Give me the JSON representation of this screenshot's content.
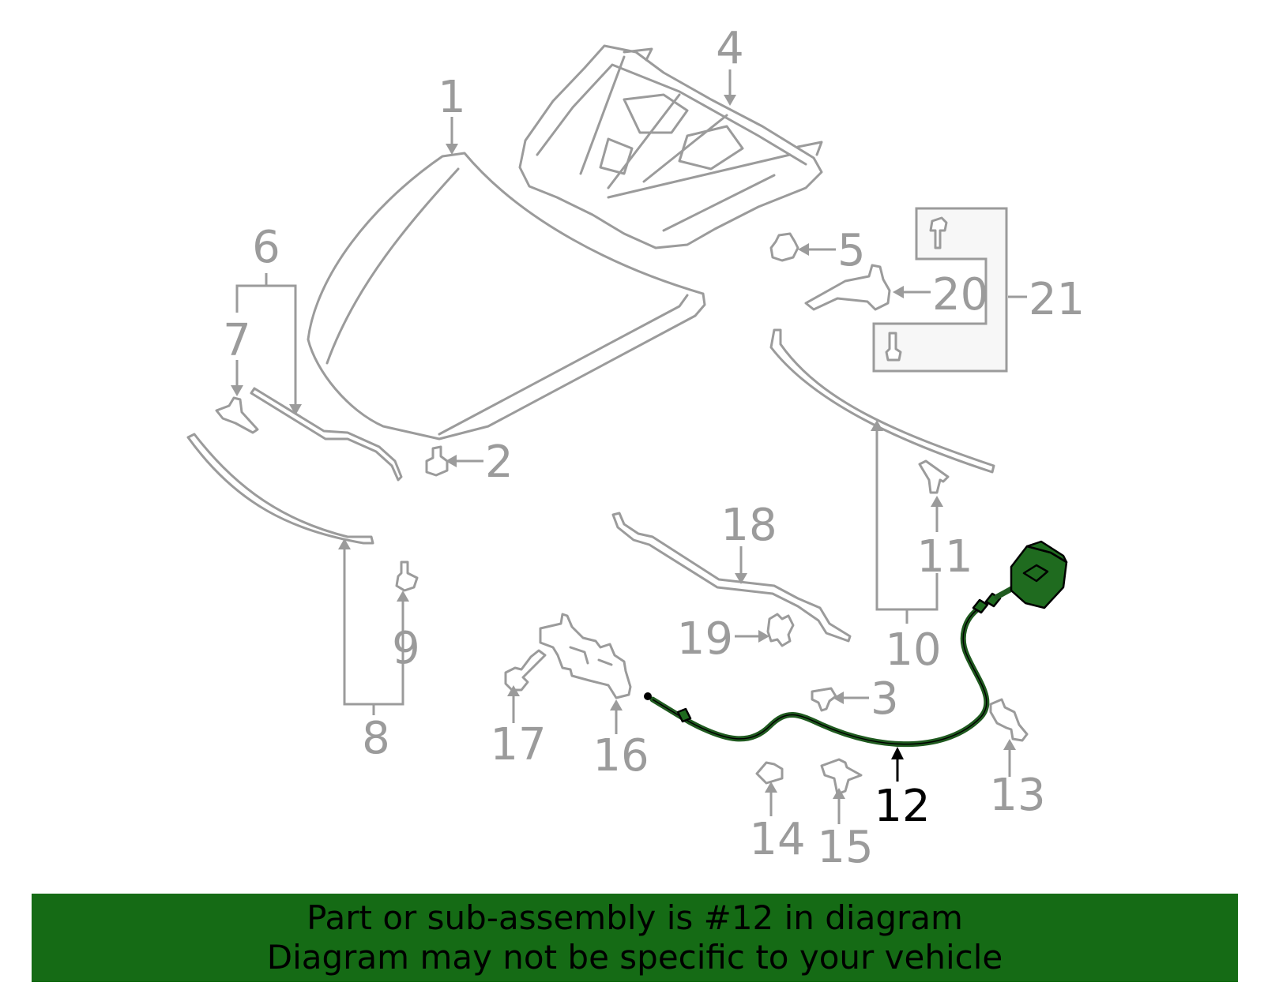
{
  "callouts": {
    "c1": "1",
    "c2": "2",
    "c3": "3",
    "c4": "4",
    "c5": "5",
    "c6": "6",
    "c7": "7",
    "c8": "8",
    "c9": "9",
    "c10": "10",
    "c11": "11",
    "c12": "12",
    "c13": "13",
    "c14": "14",
    "c15": "15",
    "c16": "16",
    "c17": "17",
    "c18": "18",
    "c19": "19",
    "c20": "20",
    "c21": "21"
  },
  "highlighted_part": "12",
  "colors": {
    "banner_background": "#156b15",
    "highlight_part": "#1f6b1f",
    "line_art": "#9b9b9b",
    "selected_callout": "#000000"
  },
  "banner": {
    "line1": "Part or sub-assembly is #12 in diagram",
    "line2": "Diagram may not be specific to your vehicle"
  }
}
